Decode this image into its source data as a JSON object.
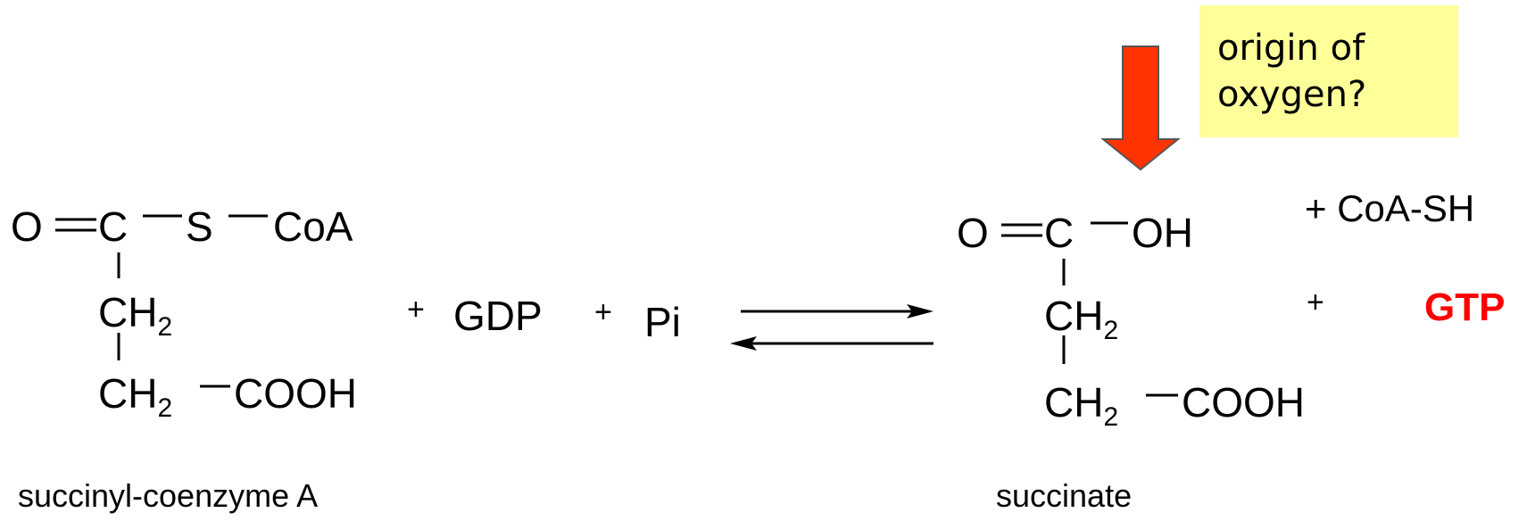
{
  "reactant": {
    "carbonyl_o": "O",
    "carbon": "C",
    "sulfur": "S",
    "coa": "CoA",
    "ch2_upper": "CH",
    "ch2_upper_sub": "2",
    "ch2_lower": "CH",
    "ch2_lower_sub": "2",
    "cooh": "COOH",
    "name": "succinyl-coenzyme A"
  },
  "cosubstrates": {
    "plus1": "+",
    "gdp": "GDP",
    "plus2": "+",
    "pi": "Pi"
  },
  "product": {
    "carbonyl_o": "O",
    "carbon": "C",
    "oh": "OH",
    "ch2_upper": "CH",
    "ch2_upper_sub": "2",
    "ch2_lower": "CH",
    "ch2_lower_sub": "2",
    "cooh": "COOH",
    "name": "succinate"
  },
  "byproducts": {
    "coa_sh": "+ CoA-SH",
    "plus": "+",
    "gtp": "GTP"
  },
  "callout": {
    "line1": "origin of",
    "line2": "oxygen?"
  },
  "colors": {
    "arrow_fill": "#ff3300",
    "arrow_stroke": "#555555",
    "callout_bg": "#ffff99",
    "gtp": "#ff0000"
  }
}
